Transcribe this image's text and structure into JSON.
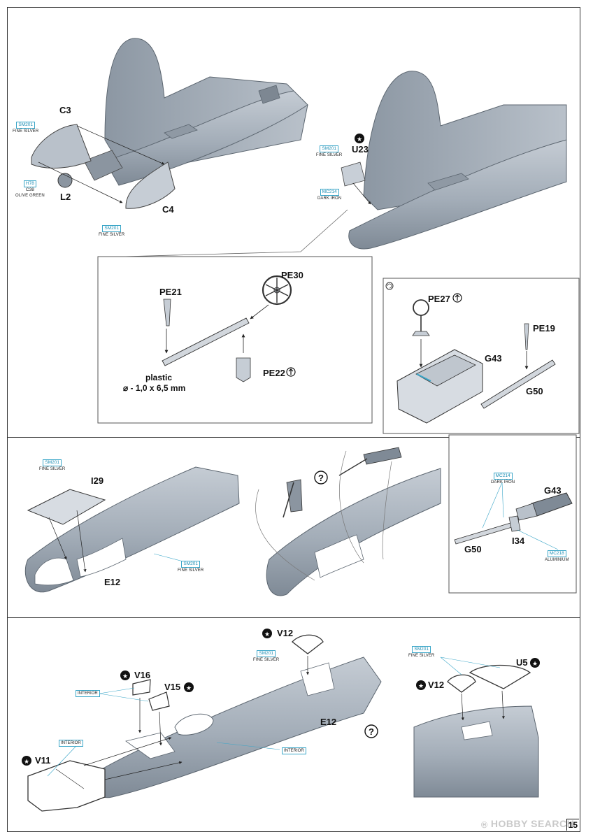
{
  "parts": {
    "c3": "C3",
    "c4": "C4",
    "l2": "L2",
    "u23": "U23",
    "pe21": "PE21",
    "pe30": "PE30",
    "pe22": "PE22",
    "pe27": "PE27",
    "pe19": "PE19",
    "g43a": "G43",
    "g50a": "G50",
    "i29": "I29",
    "e12a": "E12",
    "g43b": "G43",
    "g50b": "G50",
    "i34": "I34",
    "v12a": "V12",
    "v16": "V16",
    "v15": "V15",
    "v11": "V11",
    "e12b": "E12",
    "v12b": "V12",
    "u5": "U5"
  },
  "paints": {
    "sm201": {
      "code": "SM201",
      "name": "FINE SILVER"
    },
    "h78": {
      "code": "H78",
      "code2": "C38",
      "name": "OLIVE GREEN"
    },
    "mc214": {
      "code": "MC214",
      "name": "DARK IRON"
    },
    "mc218": {
      "code": "MC218",
      "name": "ALUMINIUM"
    },
    "interior": "INTERIOR"
  },
  "notes": {
    "plastic": "plastic",
    "dimension": "⌀ - 1,0 x 6,5 mm"
  },
  "page_number": "15",
  "watermark": {
    "mark": "Ⓗ",
    "text": "HOBBY SEARCH"
  },
  "colors": {
    "plastic_grey": "#a9b2bd",
    "accent": "#3aa6c8",
    "line": "#222222"
  }
}
